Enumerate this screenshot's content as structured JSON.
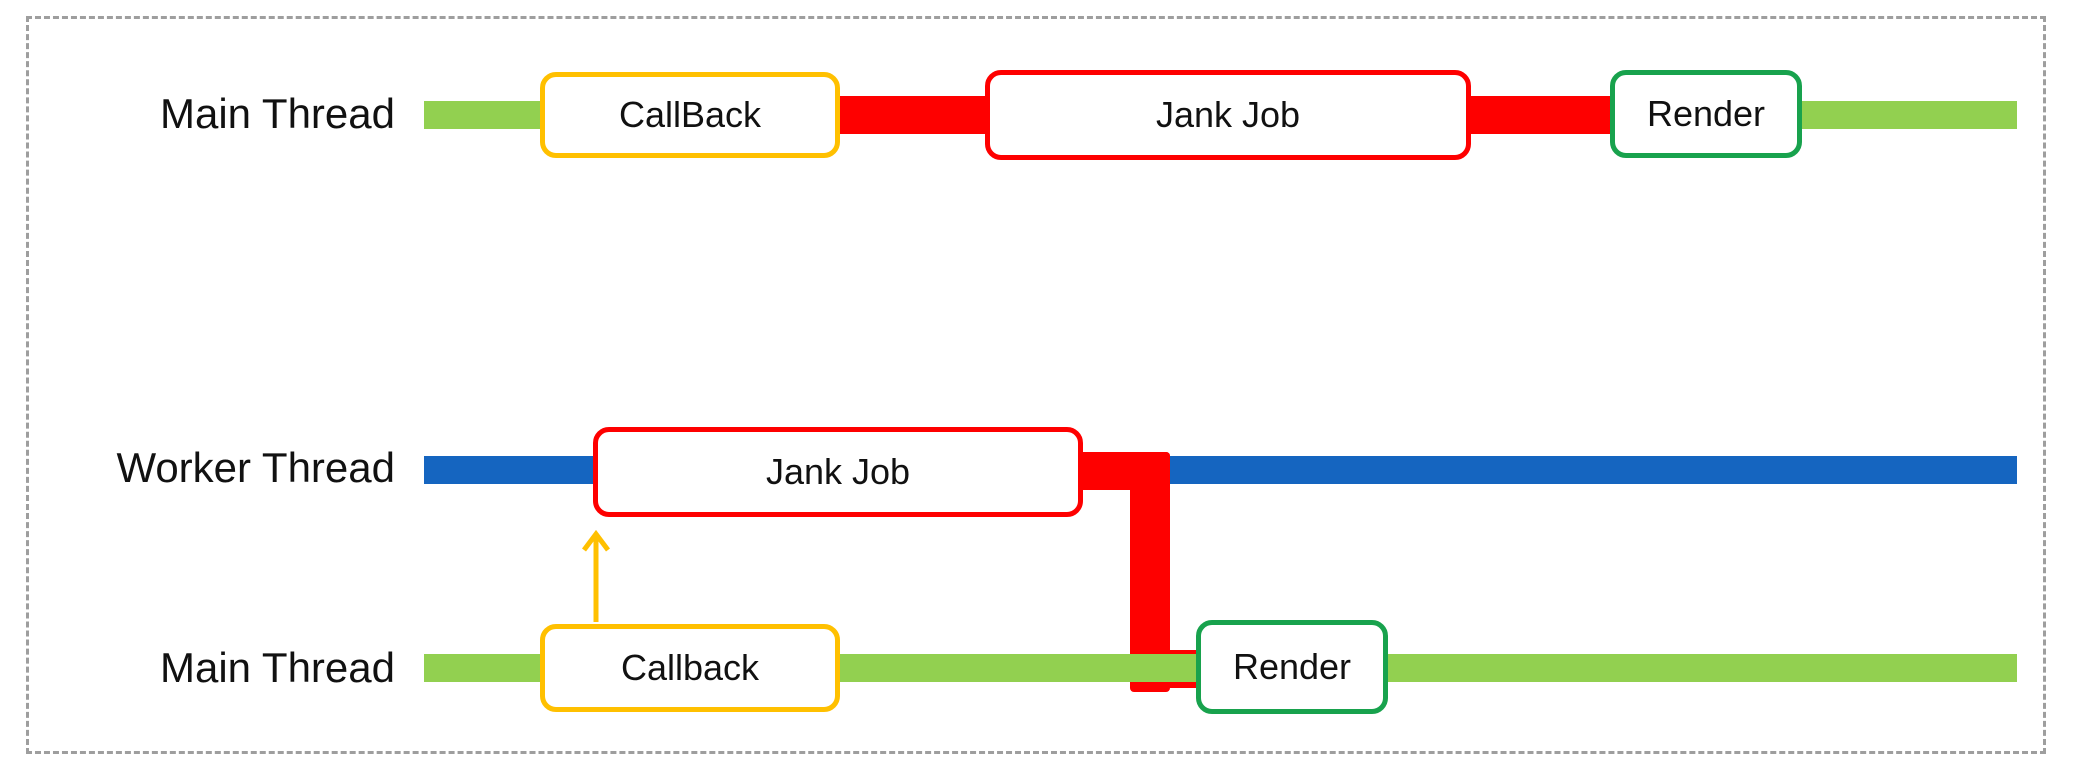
{
  "diagram": {
    "top": {
      "thread_label": "Main Thread",
      "nodes": [
        {
          "label": "CallBack",
          "type": "callback"
        },
        {
          "label": "Jank Job",
          "type": "jank"
        },
        {
          "label": "Render",
          "type": "render"
        }
      ]
    },
    "bottom": {
      "worker_thread_label": "Worker Thread",
      "main_thread_label": "Main Thread",
      "worker_nodes": [
        {
          "label": "Jank Job",
          "type": "jank"
        }
      ],
      "main_nodes": [
        {
          "label": "Callback",
          "type": "callback"
        },
        {
          "label": "Render",
          "type": "render"
        }
      ]
    },
    "colors": {
      "main_thread": "#92d050",
      "worker_thread": "#1565c0",
      "jank": "#fe0000",
      "callback": "#ffc000",
      "render": "#18a24d",
      "frame": "#9e9e9e"
    }
  }
}
